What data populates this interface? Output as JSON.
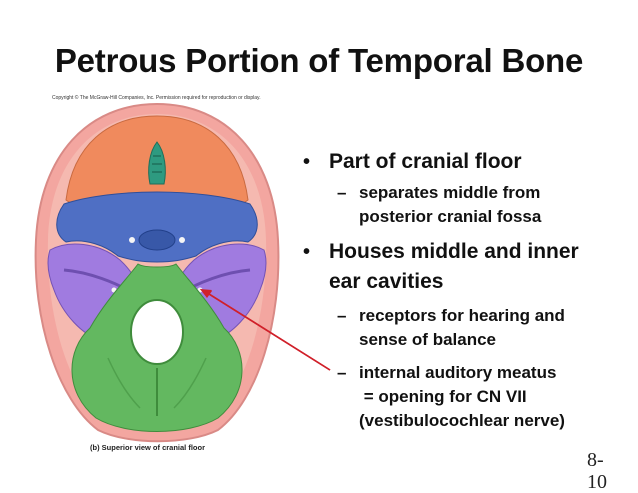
{
  "slide": {
    "title": "Petrous Portion of Temporal Bone",
    "copyright": "Copyright © The McGraw-Hill Companies, Inc. Permission required for reproduction or display.",
    "caption": "(b) Superior view of cranial floor",
    "page_number": "8-",
    "page_number_cut": "10"
  },
  "bullets": [
    {
      "marker": "•",
      "lines": [
        "Part of cranial floor"
      ]
    },
    {
      "marker": "–",
      "lines": [
        "separates middle from",
        "posterior cranial fossa"
      ]
    },
    {
      "marker": "•",
      "lines": [
        "Houses middle and inner",
        "ear cavities"
      ]
    },
    {
      "marker": "–",
      "lines": [
        "receptors for hearing and",
        "sense of balance"
      ]
    },
    {
      "marker": "–",
      "lines": [
        "internal auditory meatus",
        " = opening for CN VII",
        "(vestibulocochlear nerve)"
      ]
    }
  ],
  "colors": {
    "frontal": "#f08a5d",
    "sphenoid": "#4f6fc4",
    "temporal": "#a07be0",
    "occipital": "#63b860",
    "parietal": "#f3a6a0",
    "ethmoid": "#2e9a80",
    "arrow": "#d0202a"
  }
}
